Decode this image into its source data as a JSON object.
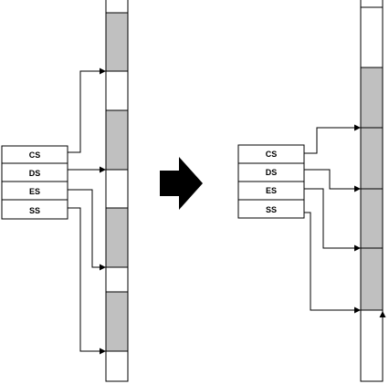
{
  "colors": {
    "background": "#ffffff",
    "stroke": "#000000",
    "segment_fill": "#c0c0c0",
    "arrow_fill": "#000000"
  },
  "left_diagram": {
    "registers": [
      {
        "label": "CS"
      },
      {
        "label": "DS"
      },
      {
        "label": "ES"
      },
      {
        "label": "SS"
      }
    ]
  },
  "transition_arrow": {
    "icon": "right-arrow-icon"
  },
  "right_diagram": {
    "registers": [
      {
        "label": "CS"
      },
      {
        "label": "DS"
      },
      {
        "label": "ES"
      },
      {
        "label": "SS"
      }
    ]
  }
}
